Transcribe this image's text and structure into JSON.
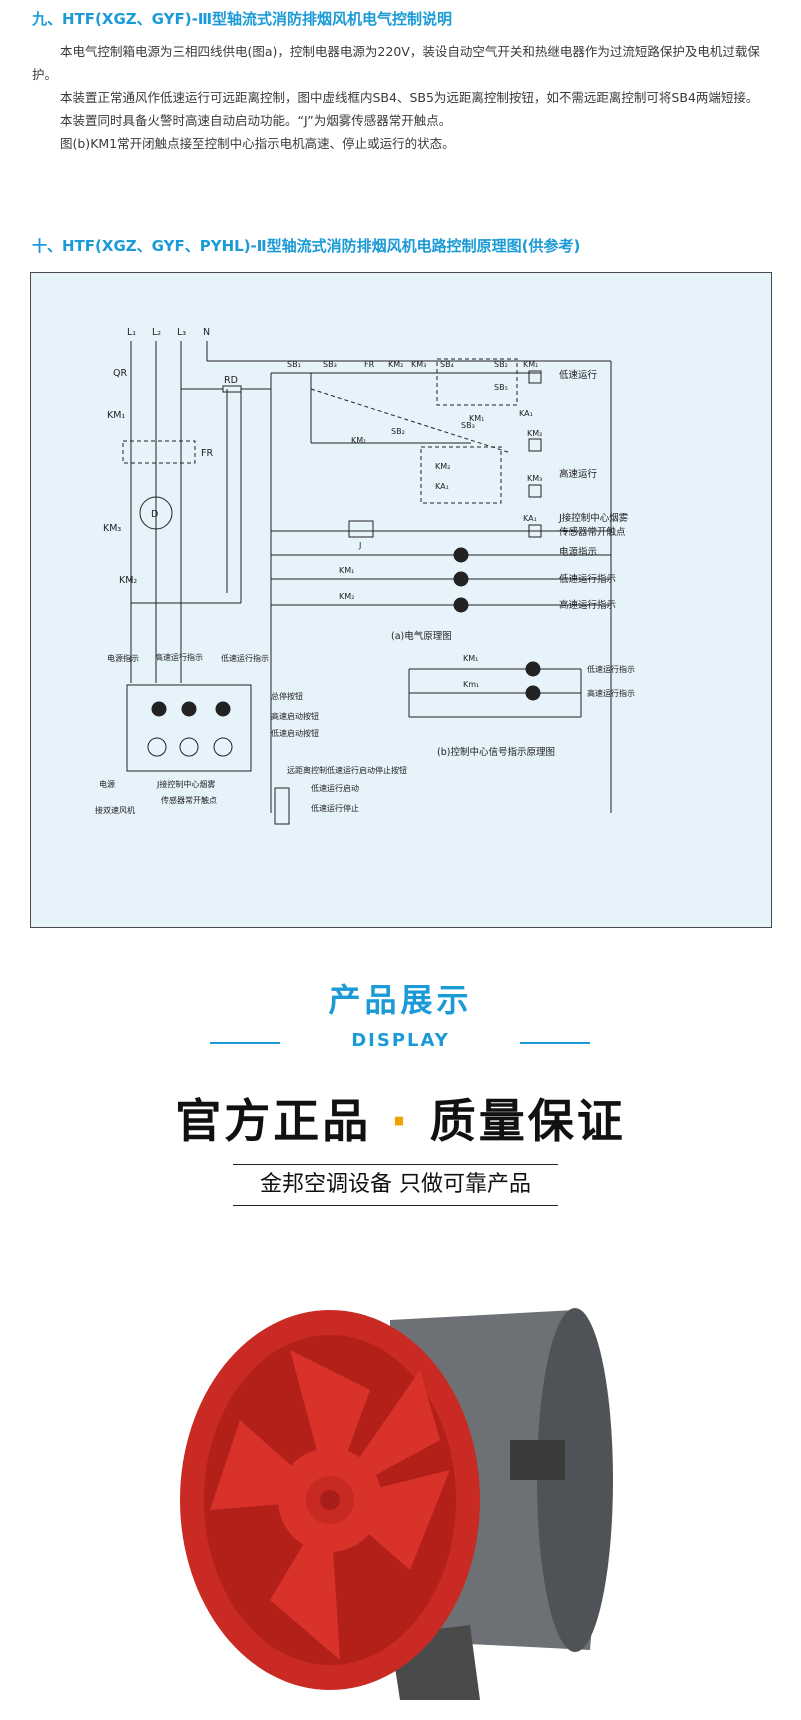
{
  "section9": {
    "heading": "九、HTF(XGZ、GYF)-Ⅲ型轴流式消防排烟风机电气控制说明",
    "paragraphs": [
      "本电气控制箱电源为三相四线供电(图a)，控制电器电源为220V，装设自动空气开关和热继电器作为过流短路保护及电机过载保护。",
      "本装置正常通风作低速运行可远距离控制，图中虚线框内SB4、SB5为远距离控制按钮，如不需远距离控制可将SB4两端短接。",
      "本装置同时具备火警时高速自动启动功能。“J”为烟雾传感器常开触点。",
      "图(b)KM1常开闭触点接至控制中心指示电机高速、停止或运行的状态。"
    ]
  },
  "section10": {
    "heading": "十、HTF(XGZ、GYF、PYHL)-Ⅱ型轴流式消防排烟风机电路控制原理图(供参考)"
  },
  "diagram": {
    "power_lines": [
      "L₁",
      "L₂",
      "L₃",
      "N"
    ],
    "labels": {
      "qr": "QR",
      "rd": "RD",
      "km1": "KM₁",
      "fr": "FR",
      "km3": "KM₃",
      "km2": "KM₂",
      "motor": "D",
      "sb1": "SB₁",
      "sb3": "SB₃",
      "fr2": "FR",
      "km2_top": "KM₂",
      "km3_top": "KM₃",
      "sb4": "SB₄",
      "sb2_top": "SB₂",
      "sb5": "SB₅",
      "km1_coil": "KM₁",
      "ka1": "KA₁",
      "sb3_mid": "SB₃",
      "km1_contact": "KM₁",
      "sb2_mid": "SB₂",
      "km2_coil": "KM₂",
      "km2_contact": "KM₂",
      "ka1_contact": "KA₁",
      "km3_coil": "KM₃",
      "ka1_coil": "KA₁",
      "j": "J",
      "km1_lamp": "KM₁",
      "km2_lamp": "KM₂"
    },
    "right_labels": {
      "low_run": "低速运行",
      "high_run": "高速运行",
      "j_contact_1": "J接控制中心烟雾",
      "j_contact_2": "传感器常开触点",
      "power_ind": "电源指示",
      "low_ind": "低速运行指示",
      "high_ind": "高速运行指示"
    },
    "caption_a": "(a)电气原理图",
    "panel": {
      "ind_power": "电源指示",
      "ind_high": "高速运行指示",
      "ind_low": "低速运行指示",
      "btn_stop": "总停按钮",
      "btn_high": "高速启动按钮",
      "btn_low": "低速启动按钮",
      "power": "电源",
      "j_1": "J接控制中心烟雾",
      "j_2": "传感器常开触点",
      "dual_fan": "接双速风机",
      "remote": "远距离控制低速运行启动停止按钮",
      "low_start": "低速运行启动",
      "low_stop": "低速运行停止"
    },
    "fig_b": {
      "km1": "KM₁",
      "km1b": "Km₁",
      "low_ind": "低速运行指示",
      "high_ind": "高速运行指示",
      "caption": "(b)控制中心信号指示原理图"
    }
  },
  "display": {
    "title": "产品展示",
    "subtitle": "DISPLAY",
    "slogan_left": "官方正品",
    "slogan_dot": "·",
    "slogan_right": "质量保证",
    "tagline": "金邦空调设备  只做可靠产品"
  },
  "colors": {
    "accent": "#1a9ad6",
    "dot": "#f2a100",
    "diagram_bg": "#e6f3fa",
    "fan_red": "#d8322b",
    "fan_body": "#6d7175"
  }
}
